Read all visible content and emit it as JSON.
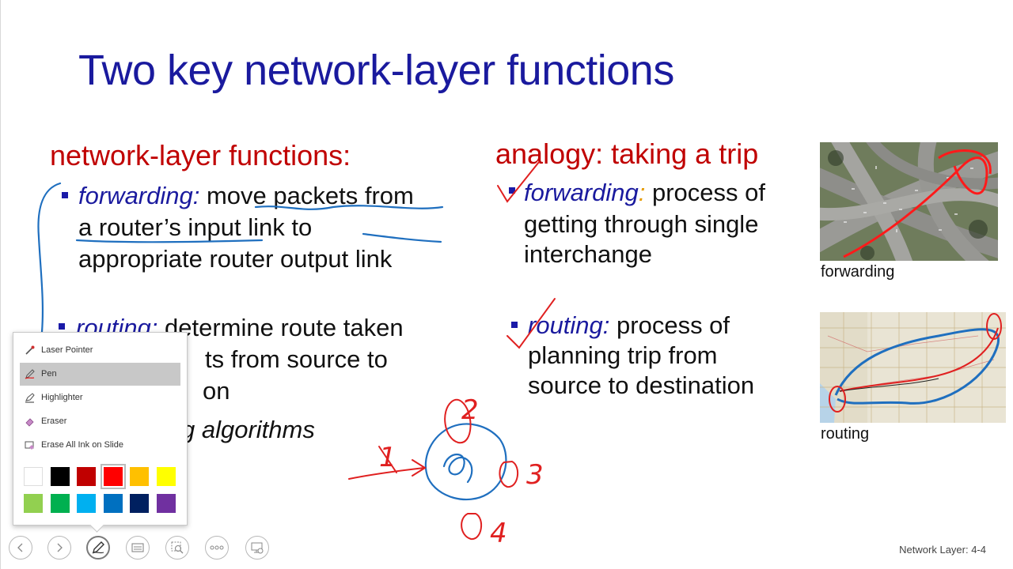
{
  "slide": {
    "title": "Two key network-layer functions",
    "left_heading": "network-layer functions:",
    "left_bullets": [
      {
        "term": "forwarding:",
        "lines": [
          " move packets from",
          "a router’s input link to",
          "appropriate router output link"
        ]
      },
      {
        "term": "routing:",
        "lines": [
          " determine route taken",
          "ts from source to",
          "on"
        ]
      }
    ],
    "left_sub_fragment": "g algorithms",
    "right_heading": "analogy: taking a trip",
    "right_bullets": [
      {
        "term": "forwarding",
        "colon": ":",
        "lines": [
          " process of",
          "getting through single",
          "interchange"
        ]
      },
      {
        "term": "routing:",
        "lines": [
          " process of",
          "planning trip from",
          "source to destination"
        ]
      }
    ],
    "captions": {
      "top": "forwarding",
      "bottom": "routing"
    },
    "footer": "Network Layer: 4-4",
    "ink_digits": [
      "1",
      "2",
      "3",
      "4"
    ]
  },
  "ink_menu": {
    "items": [
      {
        "label": "Laser Pointer",
        "icon": "laser-pointer-icon"
      },
      {
        "label": "Pen",
        "icon": "pen-icon",
        "selected": true
      },
      {
        "label": "Highlighter",
        "icon": "highlighter-icon"
      },
      {
        "label": "Eraser",
        "icon": "eraser-icon"
      },
      {
        "label": "Erase All Ink on Slide",
        "icon": "erase-all-icon"
      }
    ],
    "colors": [
      "#ffffff",
      "#000000",
      "#c00000",
      "#ff0000",
      "#ffc000",
      "#ffff00",
      "#92d050",
      "#00b050",
      "#00b0f0",
      "#0070c0",
      "#002060",
      "#7030a0"
    ],
    "selected_color": "#ff0000"
  },
  "toolbar": {
    "buttons": [
      "previous-slide-button",
      "next-slide-button",
      "pen-tools-button",
      "see-all-slides-button",
      "zoom-button",
      "more-options-button",
      "display-settings-button"
    ]
  },
  "colors": {
    "title": "#1a1a9e",
    "heading": "#c00000",
    "ink_red": "#e02020",
    "ink_blue": "#1f6fbf"
  }
}
